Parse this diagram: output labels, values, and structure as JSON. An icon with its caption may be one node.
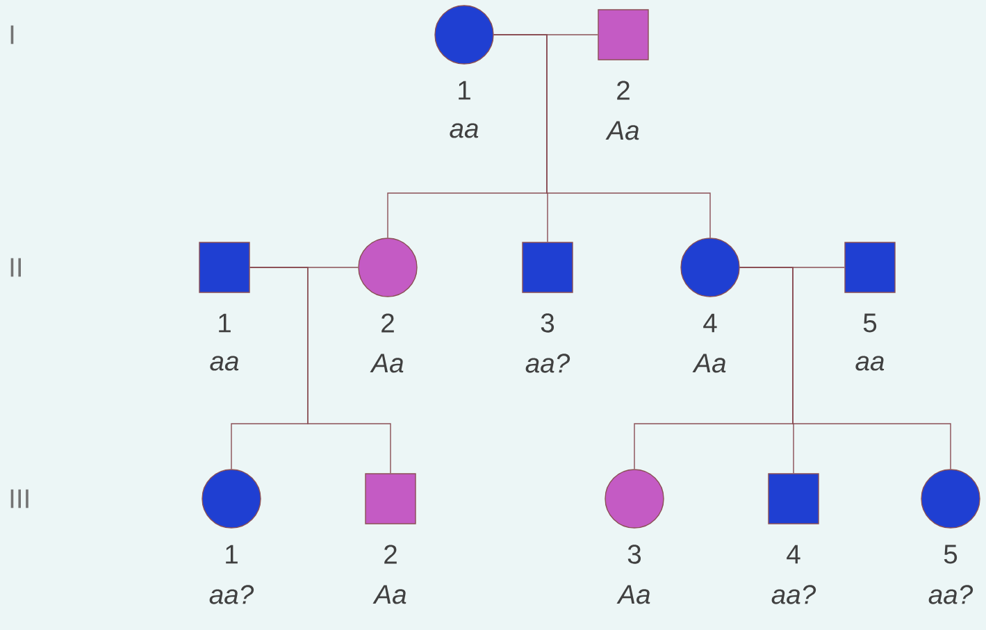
{
  "diagram": {
    "nodes": [
      {
        "text": [],
        "shape": "circle",
        "beside": [
          "1",
          "aa"
        ]
      },
      {
        "text": [],
        "shape": "box",
        "beside": [
          "2",
          "Aa"
        ]
      },
      {
        "text": [],
        "shape": "box",
        "beside": [
          "1",
          "aa"
        ]
      },
      {
        "text": [],
        "shape": "circle",
        "beside": [
          "2",
          "Aa"
        ]
      },
      {
        "text": [],
        "shape": "box",
        "beside": [
          "3",
          "aa?"
        ]
      },
      {
        "text": [],
        "shape": "circle",
        "beside": [
          "4",
          "Aa"
        ]
      },
      {
        "text": [],
        "shape": "box",
        "beside": [
          "5",
          "aa"
        ]
      },
      {
        "text": [],
        "shape": "circle",
        "beside": [
          "1",
          "aa?"
        ]
      },
      {
        "text": [],
        "shape": "box",
        "beside": [
          "2",
          "Aa"
        ]
      },
      {
        "text": [],
        "shape": "circle",
        "beside": [
          "3",
          "Aa"
        ]
      },
      {
        "text": [],
        "shape": "box",
        "beside": [
          "4",
          "aa?"
        ]
      },
      {
        "text": [],
        "shape": "circle",
        "beside": [
          "5",
          "aa?"
        ]
      }
    ],
    "edges": [
      {
        "from": 0,
        "to": 1,
        "arrow": "none"
      },
      {
        "from": 0,
        "to": 3,
        "arrow": "none"
      },
      {
        "from": 0,
        "to": 4,
        "arrow": "none"
      },
      {
        "from": 0,
        "to": 5,
        "arrow": "none"
      },
      {
        "from": 2,
        "to": 3,
        "arrow": "none"
      },
      {
        "from": 2,
        "to": 7,
        "arrow": "none"
      },
      {
        "from": 2,
        "to": 8,
        "arrow": "none"
      },
      {
        "from": 5,
        "to": 6,
        "arrow": "none"
      },
      {
        "from": 5,
        "to": 9,
        "arrow": "none"
      },
      {
        "from": 5,
        "to": 10,
        "arrow": "none"
      },
      {
        "from": 5,
        "to": 11,
        "arrow": "none"
      }
    ],
    "labels": [
      "I",
      "II",
      "III"
    ]
  }
}
